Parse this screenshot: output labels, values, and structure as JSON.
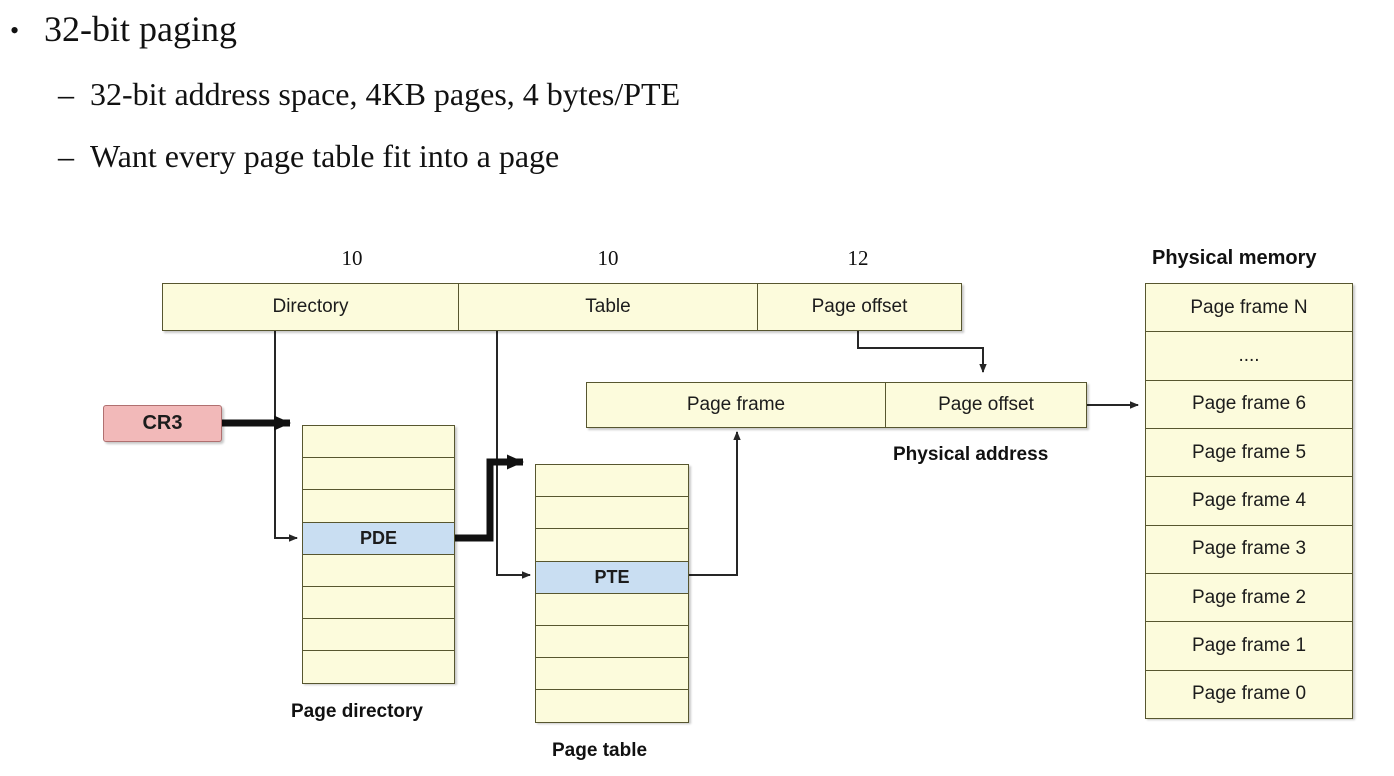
{
  "slide": {
    "bullet_l1": "32-bit paging",
    "bullet_l2": [
      "32-bit address space, 4KB pages, 4 bytes/PTE",
      "Want every page table fit into a page"
    ],
    "bullet_marker_l1": "•",
    "bullet_marker_l2": "–"
  },
  "diagram": {
    "virtual_address": {
      "bit_widths": [
        "10",
        "10",
        "12"
      ],
      "fields": [
        "Directory",
        "Table",
        "Page offset"
      ]
    },
    "physical_address": {
      "caption": "Physical address",
      "fields": [
        "Page frame",
        "Page offset"
      ]
    },
    "cr3": {
      "label": "CR3"
    },
    "page_directory": {
      "caption": "Page directory",
      "entry_count": 8,
      "highlight_index": 3,
      "highlight_label": "PDE"
    },
    "page_table": {
      "caption": "Page table",
      "entry_count": 8,
      "highlight_index": 3,
      "highlight_label": "PTE"
    },
    "physical_memory": {
      "caption": "Physical memory",
      "frames": [
        "Page frame N",
        "....",
        "Page frame 6",
        "Page frame 5",
        "Page frame 4",
        "Page frame 3",
        "Page frame 2",
        "Page frame 1",
        "Page frame 0"
      ]
    },
    "colors": {
      "box_fill": "#FCFBDC",
      "box_border": "#57562F",
      "highlight_fill": "#C9DEF2",
      "cr3_fill": "#F2B9B9",
      "wire": "#262626"
    }
  }
}
